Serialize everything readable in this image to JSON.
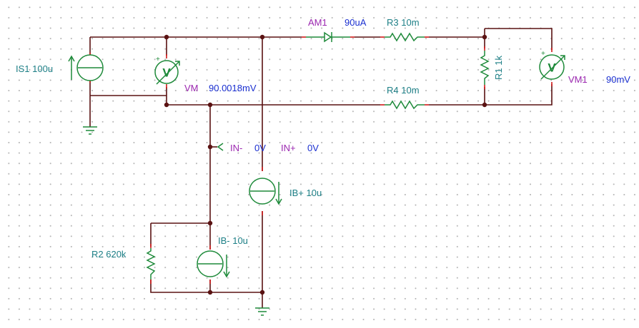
{
  "components": {
    "is1": {
      "name": "IS1 100u"
    },
    "vm": {
      "name": "VM",
      "reading": "90.0018mV",
      "glyph": "V",
      "polarity": "+"
    },
    "am1": {
      "name": "AM1",
      "reading": "90uA"
    },
    "r3": {
      "name": "R3 10m"
    },
    "r1": {
      "name": "R1 1k"
    },
    "vm1": {
      "name": "VM1",
      "reading": "90mV",
      "glyph": "V",
      "polarity": "+"
    },
    "r4": {
      "name": "R4 10m"
    },
    "in_minus": {
      "name": "IN-",
      "reading": "0V"
    },
    "in_plus": {
      "name": "IN+",
      "reading": "0V"
    },
    "ib_plus": {
      "name": "IB+ 10u"
    },
    "ib_minus": {
      "name": "IB- 10u"
    },
    "r2": {
      "name": "R2 620k"
    }
  },
  "colors": {
    "wire": "#5a1212",
    "component": "#1e8a3a",
    "pin": "#d01818",
    "label_name": "#1d7f86",
    "label_probe": "#9b27b0",
    "label_reading": "#1a2fd0"
  }
}
